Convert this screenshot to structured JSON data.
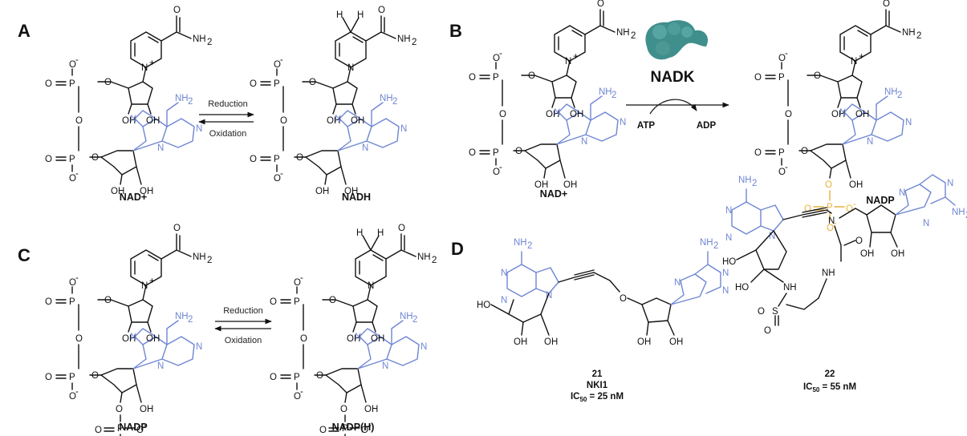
{
  "panels": {
    "a": {
      "letter": "A",
      "left_label": "NAD+",
      "right_label": "NADH",
      "forward": "Reduction",
      "reverse": "Oxidation"
    },
    "b": {
      "letter": "B",
      "left_label": "NAD+",
      "right_label": "NADP",
      "enzyme": "NADK",
      "cofactor_in": "ATP",
      "cofactor_out": "ADP"
    },
    "c": {
      "letter": "C",
      "left_label": "NADP",
      "right_label": "NADP(H)",
      "forward": "Reduction",
      "reverse": "Oxidation"
    },
    "d": {
      "letter": "D",
      "cmpd21": {
        "number": "21",
        "name": "NKI1",
        "ic50_prefix": "IC",
        "ic50_sub": "50",
        "ic50_value": " = 25 nM"
      },
      "cmpd22": {
        "number": "22",
        "ic50_prefix": "IC",
        "ic50_sub": "50",
        "ic50_value": " = 55 nM"
      }
    }
  },
  "atoms": {
    "amide": "NH",
    "two": "2",
    "o": "O",
    "oh": "OH",
    "ho": "HO",
    "n": "N",
    "np": "N",
    "plus": "+",
    "minus": "-",
    "h": "H",
    "p": "P",
    "s": "S",
    "nh": "NH",
    "nh2": "NH",
    "phos": "P"
  },
  "colors": {
    "adenine": "#6f86d3",
    "phosphate_2": "#e8b03a",
    "enzyme": "#3f8f8d"
  }
}
